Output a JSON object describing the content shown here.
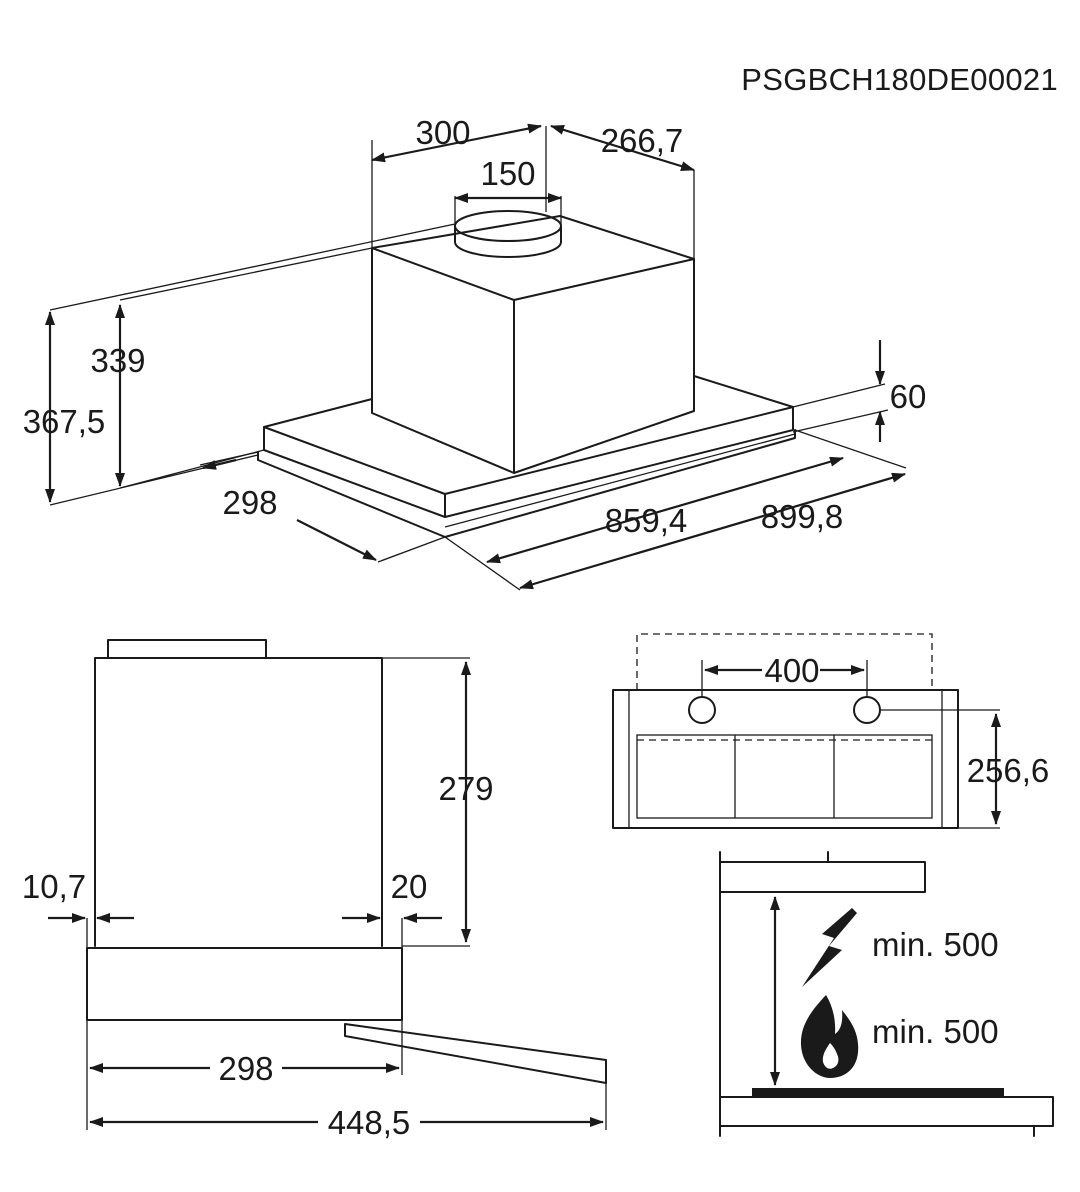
{
  "code": "PSGBCH180DE00021",
  "dims": {
    "d300": "300",
    "d266_7": "266,7",
    "d150": "150",
    "d339": "339",
    "d367_5": "367,5",
    "d60": "60",
    "d298_top": "298",
    "d859_4": "859,4",
    "d899_8": "899,8",
    "d279": "279",
    "d10_7": "10,7",
    "d20": "20",
    "d298_side": "298",
    "d448_5": "448,5",
    "d400": "400",
    "d256_6": "256,6"
  },
  "clearance": {
    "electric": "min. 500",
    "gas": "min. 500"
  },
  "icons": {
    "electric": "lightning-bolt-icon",
    "gas": "flame-icon"
  }
}
